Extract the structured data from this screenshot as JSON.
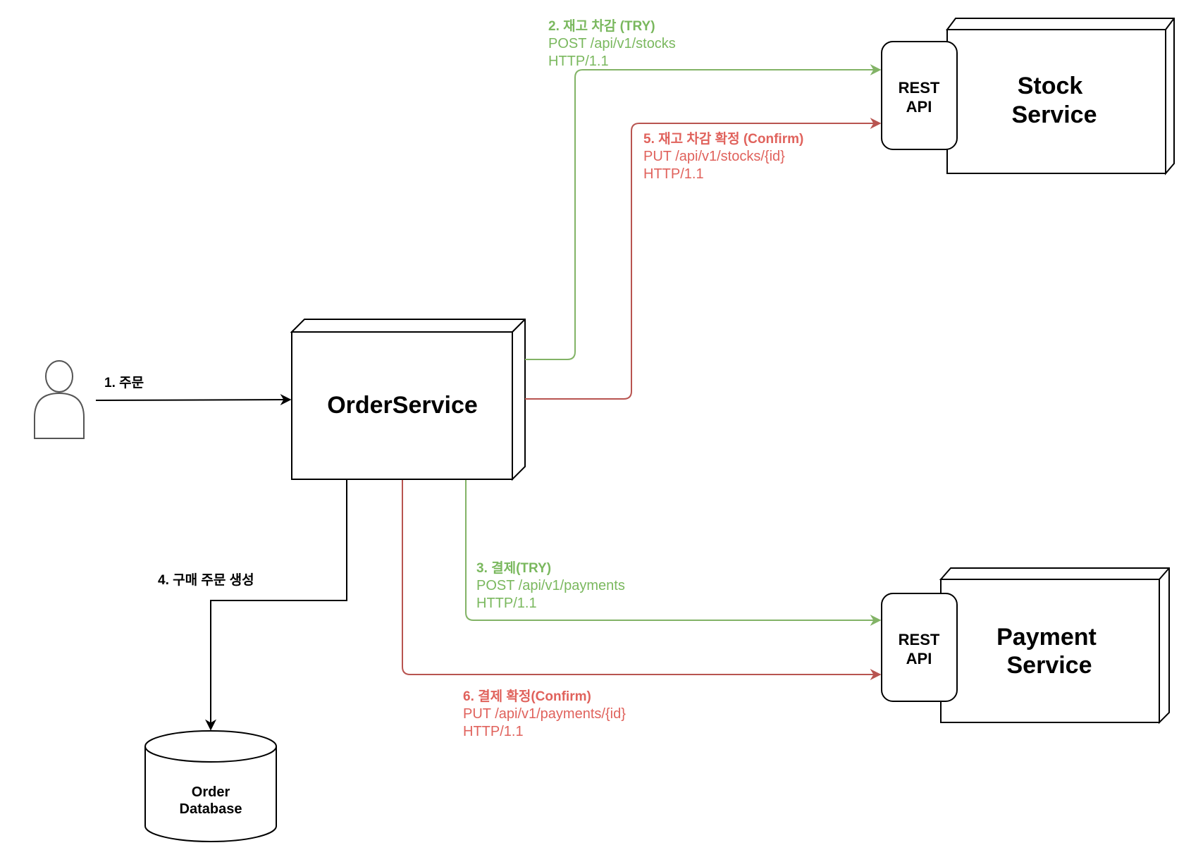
{
  "colors": {
    "green": "#82b366",
    "green_text": "#7ab85e",
    "red": "#b85450",
    "red_text": "#e0625c",
    "ink": "#000000"
  },
  "nodes": {
    "user_icon": "user-icon",
    "order_service": {
      "title": "OrderService"
    },
    "stock_service": {
      "title_line1": "Stock",
      "title_line2": "Service",
      "api_line1": "REST",
      "api_line2": "API"
    },
    "payment_service": {
      "title_line1": "Payment",
      "title_line2": "Service",
      "api_line1": "REST",
      "api_line2": "API"
    },
    "order_database": {
      "line1": "Order",
      "line2": "Database"
    }
  },
  "edges": {
    "step1": {
      "title": "1. 주문"
    },
    "step2": {
      "title": "2. 재고 차감 (TRY)",
      "request": "POST /api/v1/stocks",
      "protocol": "HTTP/1.1"
    },
    "step3": {
      "title": "3. 결제(TRY)",
      "request": "POST /api/v1/payments",
      "protocol": "HTTP/1.1"
    },
    "step4": {
      "title": "4. 구매 주문 생성"
    },
    "step5": {
      "title": "5. 재고 차감 확정 (Confirm)",
      "request": "PUT /api/v1/stocks/{id}",
      "protocol": "HTTP/1.1"
    },
    "step6": {
      "title": "6. 결제 확정(Confirm)",
      "request": "PUT /api/v1/payments/{id}",
      "protocol": "HTTP/1.1"
    }
  }
}
